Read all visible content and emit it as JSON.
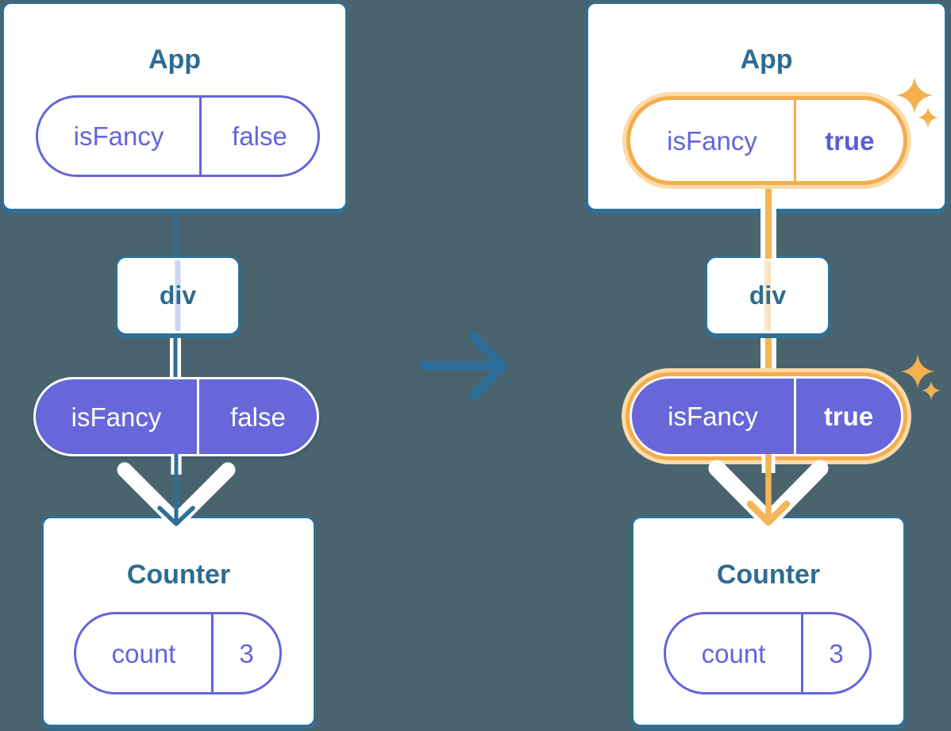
{
  "diagram_title": "Prop change diagram: App passes isFancy through div to Counter",
  "colors": {
    "background": "#4A646F",
    "card_border_blue": "#2E7096",
    "title_text": "#2D6C92",
    "purple": "#6365DB",
    "purple_fill": "#6767DA",
    "lavender_flow_line": "#CBD7EF",
    "orange_highlight": "#F5AC4E",
    "orange_glow": "#FBDCA9",
    "pale_orange_flow_line": "#FBE4C3",
    "transition_arrow_blue": "#2C6F9D"
  },
  "left": {
    "app": {
      "title": "App",
      "prop_pill": {
        "key": "isFancy",
        "value": "false"
      }
    },
    "div_node": {
      "label": "div"
    },
    "prop_pill": {
      "key": "isFancy",
      "value": "false"
    },
    "counter": {
      "title": "Counter",
      "state_pill": {
        "key": "count",
        "value": "3"
      }
    }
  },
  "right": {
    "app": {
      "title": "App",
      "prop_pill": {
        "key": "isFancy",
        "value": "true"
      }
    },
    "div_node": {
      "label": "div"
    },
    "prop_pill": {
      "key": "isFancy",
      "value": "true"
    },
    "counter": {
      "title": "Counter",
      "state_pill": {
        "key": "count",
        "value": "3"
      }
    }
  }
}
